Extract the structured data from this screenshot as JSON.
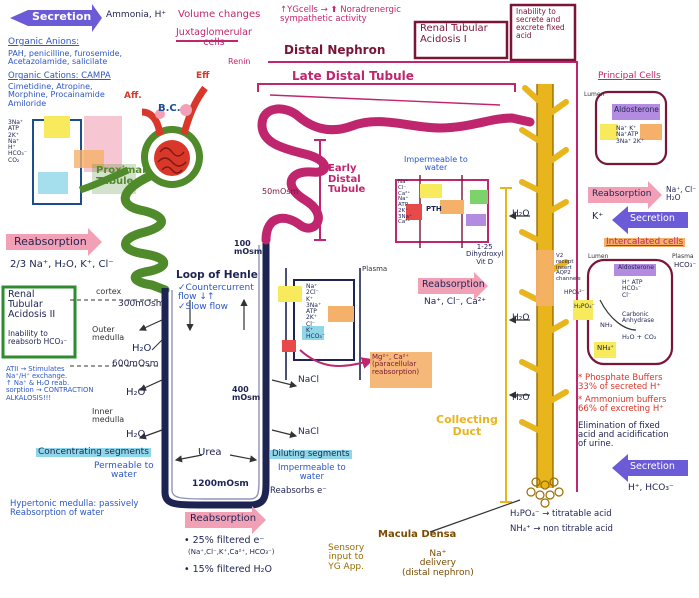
{
  "colors": {
    "tubule_green": "#4f8a2b",
    "tubule_magenta": "#c0266e",
    "loop_navy": "#1e2452",
    "duct_yellow": "#e9b51d",
    "maroon": "#7a1535",
    "blue_label": "#2c57c4",
    "pink_highlight": "#f2a0b6",
    "orange_highlight": "#f5b06a",
    "cyan_highlight": "#8fd6e8",
    "yellow_highlight": "#f7ea5c",
    "purple_arrow": "#6c5bd6",
    "glomerulus_red": "#d8372a"
  },
  "top": {
    "secretion": "Secretion",
    "secretion_ions": "Ammonia, H⁺",
    "organic_anions_title": "Organic Anions:",
    "organic_anions": "PAH, penicilline, furosemide,\nAcetazolamide, salicilate",
    "organic_cations_title": "Organic Cations: CAMPA",
    "organic_cations": "Cimetidine, Atropine,\nMorphine, Procainamide\nAmiloride",
    "volume_changes": "Volume changes",
    "juxtaglomerular": "Juxtaglomerular\ncells",
    "renin": "Renin",
    "yg_cells": "↑YGcells → ⬆ Noradrenergic\nsympathetic activity",
    "distal_nephron": "Distal Nephron",
    "rta_i": "Renal Tubular\nAcidosis I",
    "rta_i_desc": "Inability to\nsecrete and\nexcrete fixed\nacid",
    "late_distal": "Late Distal Tubule",
    "eff": "Eff",
    "aff": "Aff.",
    "bc": "B.C."
  },
  "left": {
    "proximal": "Proximal\nTubule",
    "reabsorption": "Reabsorption",
    "reabsorption_detail": "2/3 Na⁺, H₂O, K⁺, Cl⁻",
    "rta_ii": "Renal\nTubular\nAcidosis II",
    "rta_ii_desc": "Inability to\nreabsorb HCO₃⁻",
    "cortex": "cortex",
    "outer_medulla": "Outer\nmedulla",
    "inner_medulla": "Inner\nmedulla",
    "atii": "ATII → Stimulates\nNa⁺/H⁺ exchange.\n↑ Na⁺ & H₂O reab.\nsorption → CONTRACTION\nALKALOSIS!!!",
    "osm_300": "300mOsm",
    "osm_600": "600mOsm",
    "h2o_1": "H₂O",
    "h2o_2": "H₂O",
    "h2o_3": "H₂O",
    "conc_segments": "Concentrating segments",
    "perm_water": "Permeable to\nwater",
    "hypertonic": "Hypertonic medulla: passively\nReabsorption of water",
    "pct_labels": "3Na⁺\nATP\n2K⁺\nNa⁺\nH⁺\nHCO₃⁻\nCO₂"
  },
  "middle": {
    "loop_henle": "Loop of Henle",
    "countercurrent": "✓Countercurrent\nflow ↓↑\n✓Slow flow",
    "osm_100": "100\nmOsm",
    "osm_50": "50mOsm",
    "osm_400": "400\nmOsm",
    "osm_1200": "1200mOsm",
    "urea": "Urea",
    "early_distal": "Early\nDistal\nTubule",
    "nacl_1": "NaCl",
    "nacl_2": "NaCl",
    "diluting": "Diluting segments",
    "impermeable": "Impermeable to\nwater",
    "reabsorb_cl": "Reabsorbs e⁻",
    "tal_plasma": "Plasma",
    "tal_labels": "Na⁺\n2Cl⁻\nK⁺\n3Na⁺\nATP\n2K⁺\nCl⁻\nK⁺\nHCO₃⁻",
    "mg_ca": "Mg²⁺, Ca²⁺\n(paracellular\nreabsorption)",
    "reabsorption_bottom": "Reabsorption",
    "filtered_1": "• 25% filtered e⁻",
    "filtered_1_ions": "(Na⁺,Cl⁻,K⁺,Ca²⁺, HCO₃⁻)",
    "filtered_2": "• 15% filtered H₂O",
    "sensory": "Sensory\ninput to\nYG App.",
    "macula": "Macula Densa",
    "na_delivery": "Na⁺\ndelivery\n(distal nephron)"
  },
  "dct": {
    "impermeable_title": "Impermeable to\nwater",
    "pth": "PTH",
    "vitd": "1-25\nDihydroxyl\nVit D",
    "reabsorption": "Reabsorption",
    "reabsorption_ions": "Na⁺, Cl⁻, Ca²⁺",
    "labels": "Na⁺\nCl⁻\nCa²⁺\nNa⁺\nATP\n2K⁺\n3Na⁺\nCa²⁺"
  },
  "duct": {
    "collecting": "Collecting\nDuct",
    "h2o_1": "H₂O",
    "h2o_2": "H₂O",
    "h2o_3": "H₂O",
    "v2": "V2\nrecept\ninsert\nAQP2\nchannels",
    "titratable": "H₂PO₄⁻ → titratable acid",
    "nontitratable": "NH₄⁺ → non titrable acid"
  },
  "right": {
    "principal": "Principal Cells",
    "lumen": "Lumen",
    "aldosterone": "Aldosterone",
    "principal_ions": "Na⁺ K⁺\nNa⁺ATP\n3Na⁺ 2K⁺",
    "reabsorption": "Reabsorption",
    "reab_ions": "Na⁺, Cl⁻\nH₂O",
    "k_plus": "K⁺",
    "secretion": "Secretion",
    "intercalated": "Intercalated cells",
    "lumen2": "Lumen",
    "plasma": "Plasma",
    "aldosterone2": "Aldosterone",
    "intercalated_ions": "H⁺ ATP\nHCO₃⁻\nCl⁻",
    "carbonic": "Carbonic\nAnhydrase",
    "h2o_co2": "H₂O + CO₂",
    "hpo4": "HPO₄²⁻",
    "h2po4": "H₂PO₄⁻",
    "nh3": "NH₃",
    "nh4": "NH₄⁺",
    "hco3_plasma": "HCO₃⁻",
    "phosphate": "* Phosphate Buffers\n33% of secreted H⁺",
    "ammonium": "* Ammonium buffers\n66% of excreting H⁺",
    "elimination": "Elimination of fixed\nacid and acidification\nof urine.",
    "secretion2": "Secretion",
    "secretion2_ions": "H⁺, HCO₃⁻"
  }
}
